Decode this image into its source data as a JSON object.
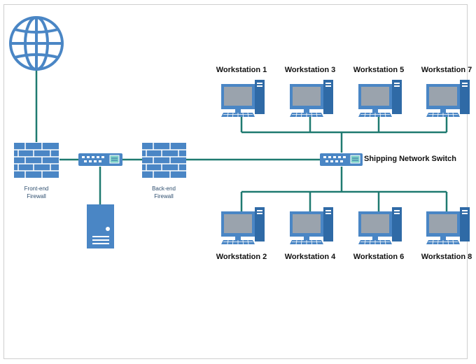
{
  "colors": {
    "line": "#1f7a70",
    "device": "#4a86c5",
    "device_dark": "#2f6aa6",
    "screen": "#9aa3ad"
  },
  "labels": {
    "front_firewall": [
      "Front-end",
      "Firewall"
    ],
    "back_firewall": [
      "Back-end",
      "Firewall"
    ],
    "switch": "Shipping Network Switch"
  },
  "workstations_top": [
    "Workstation 1",
    "Workstation 3",
    "Workstation 5",
    "Workstation 7"
  ],
  "workstations_bottom": [
    "Workstation 2",
    "Workstation 4",
    "Workstation 6",
    "Workstation 8"
  ],
  "icons": {
    "globe": "globe-icon",
    "firewall": "firewall-icon",
    "hub": "network-switch-icon",
    "server": "server-icon",
    "workstation": "workstation-icon"
  }
}
